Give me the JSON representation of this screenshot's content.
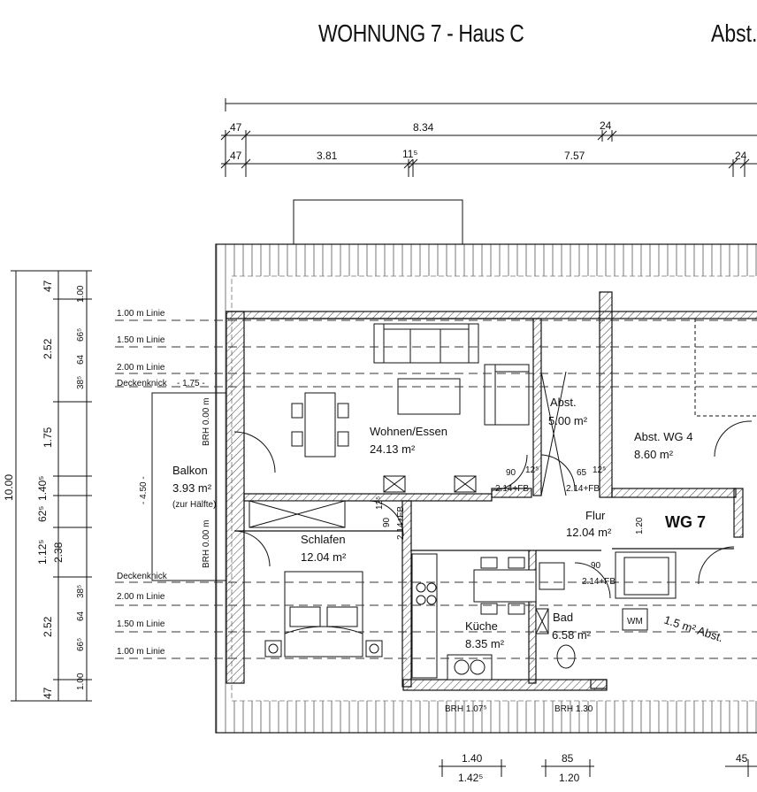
{
  "header": {
    "title": "WOHNUNG 7 - Haus C",
    "title_right": "Abst."
  },
  "rooms": {
    "wohnen": {
      "name": "Wohnen/Essen",
      "area": "24.13 m²"
    },
    "abst1": {
      "name": "Abst.",
      "area": "5.00 m²"
    },
    "abst_wg4": {
      "name": "Abst. WG 4",
      "area": "8.60 m²"
    },
    "balkon": {
      "name": "Balkon",
      "area": "3.93 m²",
      "note": "(zur Hälfte)"
    },
    "schlafen": {
      "name": "Schlafen",
      "area": "12.04 m²"
    },
    "flur": {
      "name": "Flur",
      "area": "12.04 m²"
    },
    "wg7": {
      "name": "WG 7"
    },
    "kueche": {
      "name": "Küche",
      "area": "8.35 m²"
    },
    "bad": {
      "name": "Bad",
      "area": "6.58 m²"
    },
    "abst_small": {
      "name": "1.5 m² Abst."
    },
    "wm": {
      "name": "WM"
    }
  },
  "top_dims": {
    "row1": [
      "47",
      "8.34",
      "24"
    ],
    "row2": [
      "47",
      "3.81",
      "11⁵",
      "7.57",
      "24"
    ]
  },
  "left_dims": {
    "total": "10.00",
    "col_outer": [
      "47",
      "2.52",
      "1.75",
      "1.12⁵",
      "2.38",
      "2.52",
      "47"
    ],
    "col_mid": [
      "62⁵",
      "1.40⁵"
    ],
    "col_inner": [
      "1.00",
      "66⁵",
      "64",
      "38⁵",
      "38⁵",
      "64",
      "66⁵",
      "1.00"
    ]
  },
  "lines": {
    "l100a": "1.00 m Linie",
    "l150a": "1.50 m Linie",
    "l200a": "2.00 m Linie",
    "knick1": "Deckenknick",
    "l175": "- 1.75 -",
    "knick2": "Deckenknick",
    "l200b": "2.00 m Linie",
    "l150b": "1.50 m Linie",
    "l100b": "1.00 m Linie"
  },
  "labels": {
    "brh_top": "BRH 0.00 m",
    "brh_bottom": "BRH 0.00 m",
    "balkon_dim": "- 4.50 -",
    "d90a": "90",
    "d12a": "12⁵",
    "d214a": "2.14+FB",
    "d65": "65",
    "d12b": "12⁵",
    "d214b": "2.14+FB",
    "d125": "12⁵",
    "d90b": "90",
    "d214c": "2.14+FB",
    "d120": "1.20",
    "d90c": "90",
    "d214d": "2.14+FB",
    "brh107": "BRH 1.07⁵",
    "brh130": "BRH 1.30"
  },
  "bottom_dims": {
    "a1": "1.40",
    "a2": "1.42⁵",
    "b1": "85",
    "b2": "1.20",
    "c1": "45"
  }
}
